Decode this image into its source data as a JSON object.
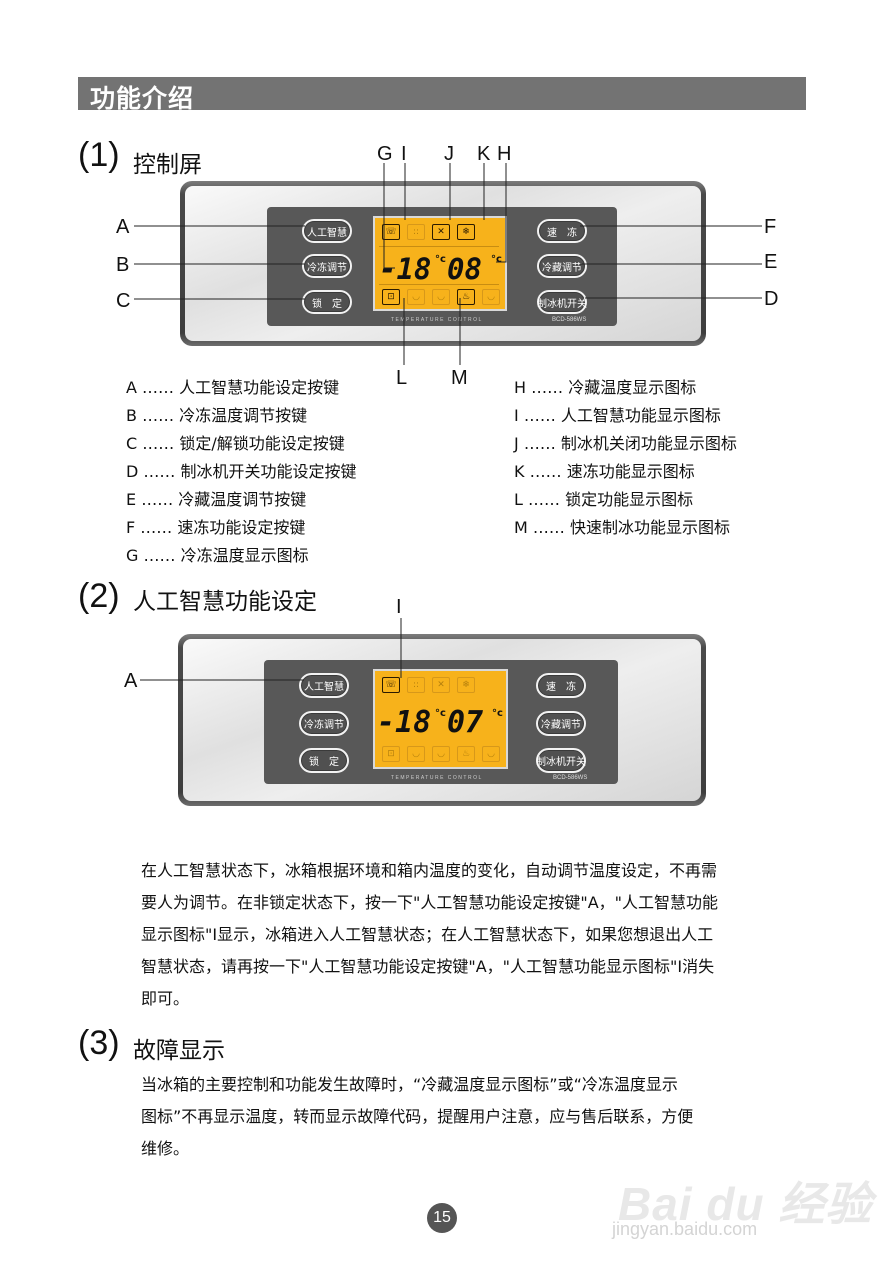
{
  "header": {
    "title": "功能介绍"
  },
  "section1": {
    "num": "(1)",
    "title": "控制屏",
    "letters": {
      "G": "G",
      "I": "I",
      "J": "J",
      "K": "K",
      "H": "H",
      "A": "A",
      "B": "B",
      "C": "C",
      "F": "F",
      "E": "E",
      "D": "D",
      "L": "L",
      "M": "M"
    },
    "panel": {
      "btn_a": "人工智慧",
      "btn_b": "冷冻调节",
      "btn_c": "锁　定",
      "btn_f": "速　冻",
      "btn_e": "冷藏调节",
      "btn_d": "制冰机开关",
      "freezer_temp": "-18",
      "fridge_temp": "08",
      "unit": "°c",
      "label": "TEMPERATURE CONTROL",
      "model": "BCD-586WS"
    },
    "legend_left": [
      {
        "key": "A",
        "text": "人工智慧功能设定按键"
      },
      {
        "key": "B",
        "text": "冷冻温度调节按键"
      },
      {
        "key": "C",
        "text": "锁定/解锁功能设定按键"
      },
      {
        "key": "D",
        "text": "制冰机开关功能设定按键"
      },
      {
        "key": "E",
        "text": "冷藏温度调节按键"
      },
      {
        "key": "F",
        "text": "速冻功能设定按键"
      },
      {
        "key": "G",
        "text": "冷冻温度显示图标"
      }
    ],
    "legend_right": [
      {
        "key": "H",
        "text": "冷藏温度显示图标"
      },
      {
        "key": "I",
        "text": "人工智慧功能显示图标"
      },
      {
        "key": "J",
        "text": "制冰机关闭功能显示图标"
      },
      {
        "key": "K",
        "text": "速冻功能显示图标"
      },
      {
        "key": "L",
        "text": "锁定功能显示图标"
      },
      {
        "key": "M",
        "text": "快速制冰功能显示图标"
      }
    ],
    "dots": "……"
  },
  "section2": {
    "num": "(2)",
    "title": "人工智慧功能设定",
    "letters": {
      "I": "I",
      "A": "A"
    },
    "panel": {
      "btn_a": "人工智慧",
      "btn_b": "冷冻调节",
      "btn_c": "锁　定",
      "btn_f": "速　冻",
      "btn_e": "冷藏调节",
      "btn_d": "制冰机开关",
      "freezer_temp": "-18",
      "fridge_temp": "07",
      "unit": "°c",
      "label": "TEMPERATURE CONTROL",
      "model": "BCD-586WS"
    },
    "para": [
      "在人工智慧状态下，冰箱根据环境和箱内温度的变化，自动调节温度设定，不再需",
      "要人为调节。在非锁定状态下，按一下\"人工智慧功能设定按键\"A，\"人工智慧功能",
      "显示图标\"I显示，冰箱进入人工智慧状态；在人工智慧状态下，如果您想退出人工",
      "智慧状态，请再按一下\"人工智慧功能设定按键\"A，\"人工智慧功能显示图标\"I消失",
      "即可。"
    ]
  },
  "section3": {
    "num": "(3)",
    "title": "故障显示",
    "para": [
      "当冰箱的主要控制和功能发生故障时，“冷藏温度显示图标”或“冷冻温度显示",
      "图标”不再显示温度，转而显示故障代码，提醒用户注意，应与售后联系，方便",
      "维修。"
    ]
  },
  "page_number": "15",
  "watermark": {
    "logo": "Bai du 经验",
    "url": "jingyan.baidu.com"
  }
}
